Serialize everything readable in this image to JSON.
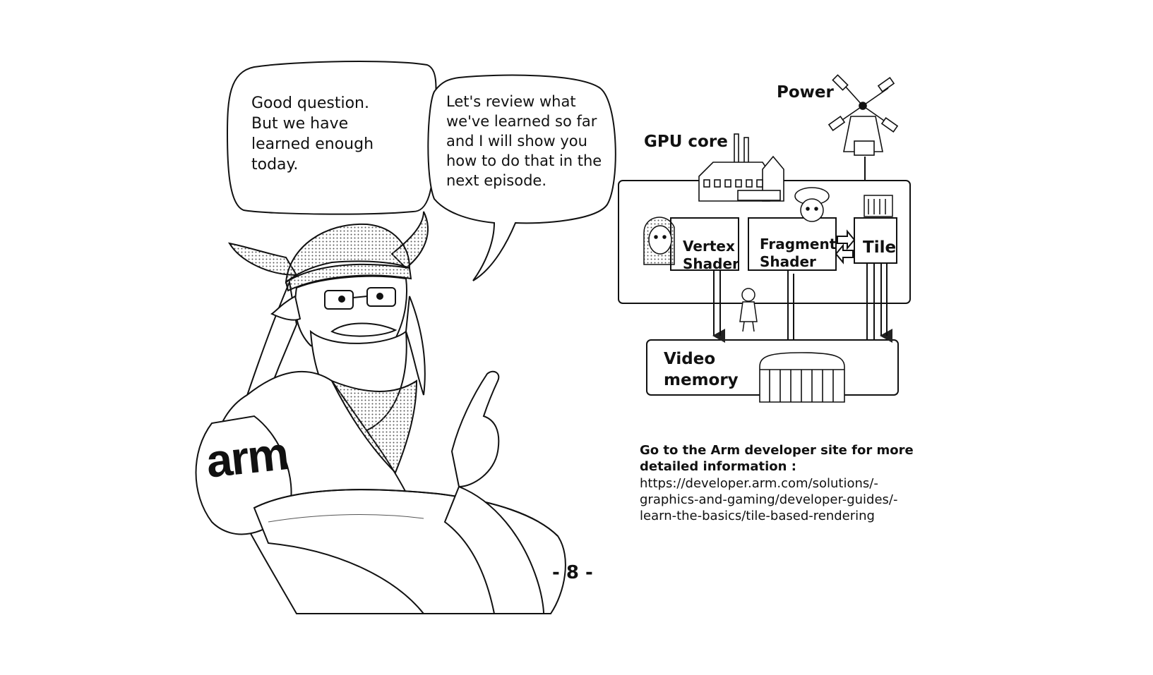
{
  "bubbles": {
    "left": "Good question.\nBut we have\nlearned enough\ntoday.",
    "right": "Let's review what\nwe've learned so far\nand I will show you\nhow to do that in the\nnext episode."
  },
  "character": {
    "arm_logo": "arm"
  },
  "diagram": {
    "power": "Power",
    "gpu_core": "GPU core",
    "vertex_shader": "Vertex\nShader",
    "fragment_shader": "Fragment\nShader",
    "tile": "Tile",
    "video_memory": "Video\nmemory"
  },
  "info": {
    "heading": "Go to the Arm developer site for more\ndetailed information :",
    "link": "https://developer.arm.com/solutions/-\ngraphics-and-gaming/developer-guides/-\nlearn-the-basics/tile-based-rendering"
  },
  "page_number": "- 8 -"
}
